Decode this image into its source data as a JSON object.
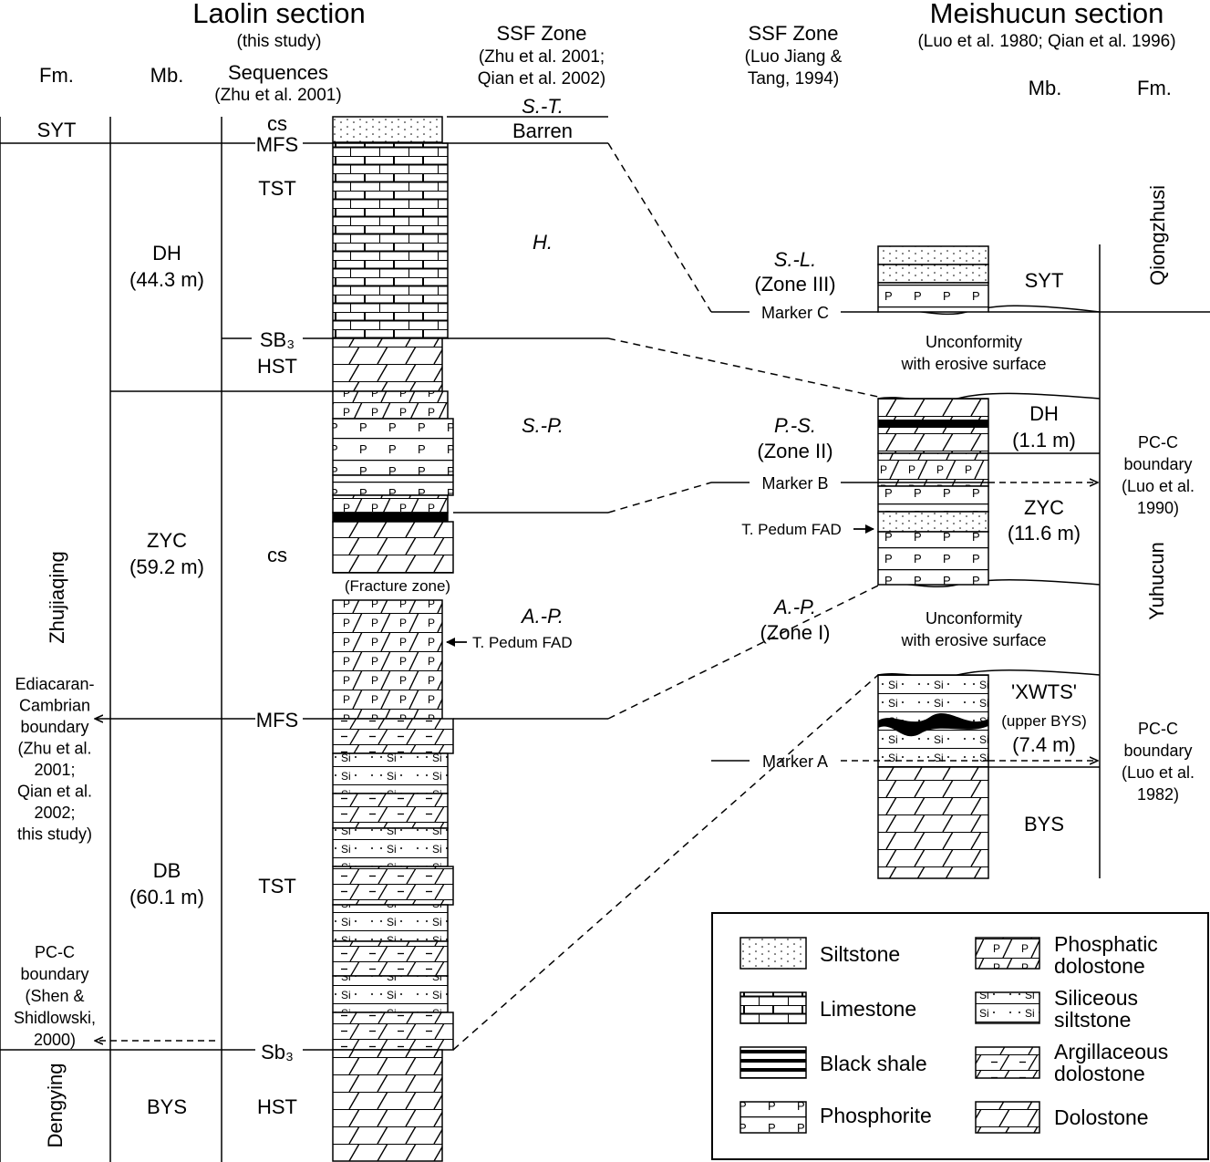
{
  "laolin": {
    "title": "Laolin section",
    "subtitle": "(this study)",
    "hdr_fm": "Fm.",
    "hdr_mb": "Mb.",
    "hdr_seq": "Sequences",
    "hdr_seq_ref": "(Zhu et al. 2001)",
    "fm_syt": "SYT",
    "fm_zhujiaqing": "Zhujiaqing",
    "fm_dengying": "Dengying",
    "mb_dh": "DH",
    "mb_dh_thk": "(44.3 m)",
    "mb_zyc": "ZYC",
    "mb_zyc_thk": "(59.2 m)",
    "mb_db": "DB",
    "mb_db_thk": "(60.1 m)",
    "mb_bys": "BYS",
    "seq_cs_top": "cs",
    "seq_mfs_top": "MFS",
    "seq_tst_top": "TST",
    "seq_sb3_top": "SB₃",
    "seq_hst_mid": "HST",
    "seq_cs_mid": "cs",
    "seq_mfs_mid": "MFS",
    "seq_tst_low": "TST",
    "seq_sb3_low": "Sb₃",
    "seq_hst_low": "HST",
    "ec_boundary": [
      "Ediacaran-",
      "Cambrian",
      "boundary",
      "(Zhu et al.",
      "2001;",
      "Qian et al.",
      "2002;",
      "this study)"
    ],
    "pcc_boundary": [
      "PC-C",
      "boundary",
      "(Shen &",
      "Shidlowski,",
      "2000)"
    ],
    "fracture_zone": "(Fracture zone)",
    "tpedum": "T. Pedum FAD"
  },
  "ssf_left": {
    "title": "SSF  Zone",
    "ref1": "(Zhu et al. 2001;",
    "ref2": "Qian et al. 2002)",
    "st": "S.-T.",
    "barren": "Barren",
    "h": "H.",
    "sp": "S.-P.",
    "ap": "A.-P."
  },
  "ssf_right": {
    "title": "SSF  Zone",
    "ref1": "(Luo Jiang &",
    "ref2": "Tang, 1994)",
    "sl": "S.-L.",
    "zone3": "(Zone III)",
    "ps": "P.-S.",
    "zone2": "(Zone II)",
    "ap": "A.-P.",
    "zone1": "(Zone I)"
  },
  "meishucun": {
    "title": "Meishucun section",
    "subtitle": "(Luo et al. 1980; Qian et al. 1996)",
    "hdr_mb": "Mb.",
    "hdr_fm": "Fm.",
    "fm_qiongzhusi": "Qiongzhusi",
    "fm_yuhucun": "Yuhucun",
    "mb_syt": "SYT",
    "mb_dh": "DH",
    "mb_dh_thk": "(1.1 m)",
    "mb_zyc": "ZYC",
    "mb_zyc_thk": "(11.6 m)",
    "mb_xwts": "'XWTS'",
    "mb_xwts_note": "(upper BYS)",
    "mb_xwts_thk": "(7.4 m)",
    "mb_bys": "BYS",
    "marker_c": "Marker C",
    "marker_b": "Marker B",
    "marker_a": "Marker A",
    "tpedum": "T. Pedum FAD",
    "unconf_top_1": "Unconformity",
    "unconf_top_2": "with erosive surface",
    "unconf_low_1": "Unconformity",
    "unconf_low_2": "with erosive surface",
    "pcc_1990": [
      "PC-C",
      "boundary",
      "(Luo et al.",
      "1990)"
    ],
    "pcc_1982": [
      "PC-C",
      "boundary",
      "(Luo et al.",
      "1982)"
    ]
  },
  "legend": {
    "siltstone": "Siltstone",
    "limestone": "Limestone",
    "black_shale": "Black shale",
    "phosphorite": "Phosphorite",
    "phosphatic_dolostone": [
      "Phosphatic",
      "dolostone"
    ],
    "siliceous_siltstone": [
      "Siliceous",
      "siltstone"
    ],
    "argillaceous_dolostone": [
      "Argillaceous",
      "dolostone"
    ],
    "dolostone": "Dolostone"
  }
}
